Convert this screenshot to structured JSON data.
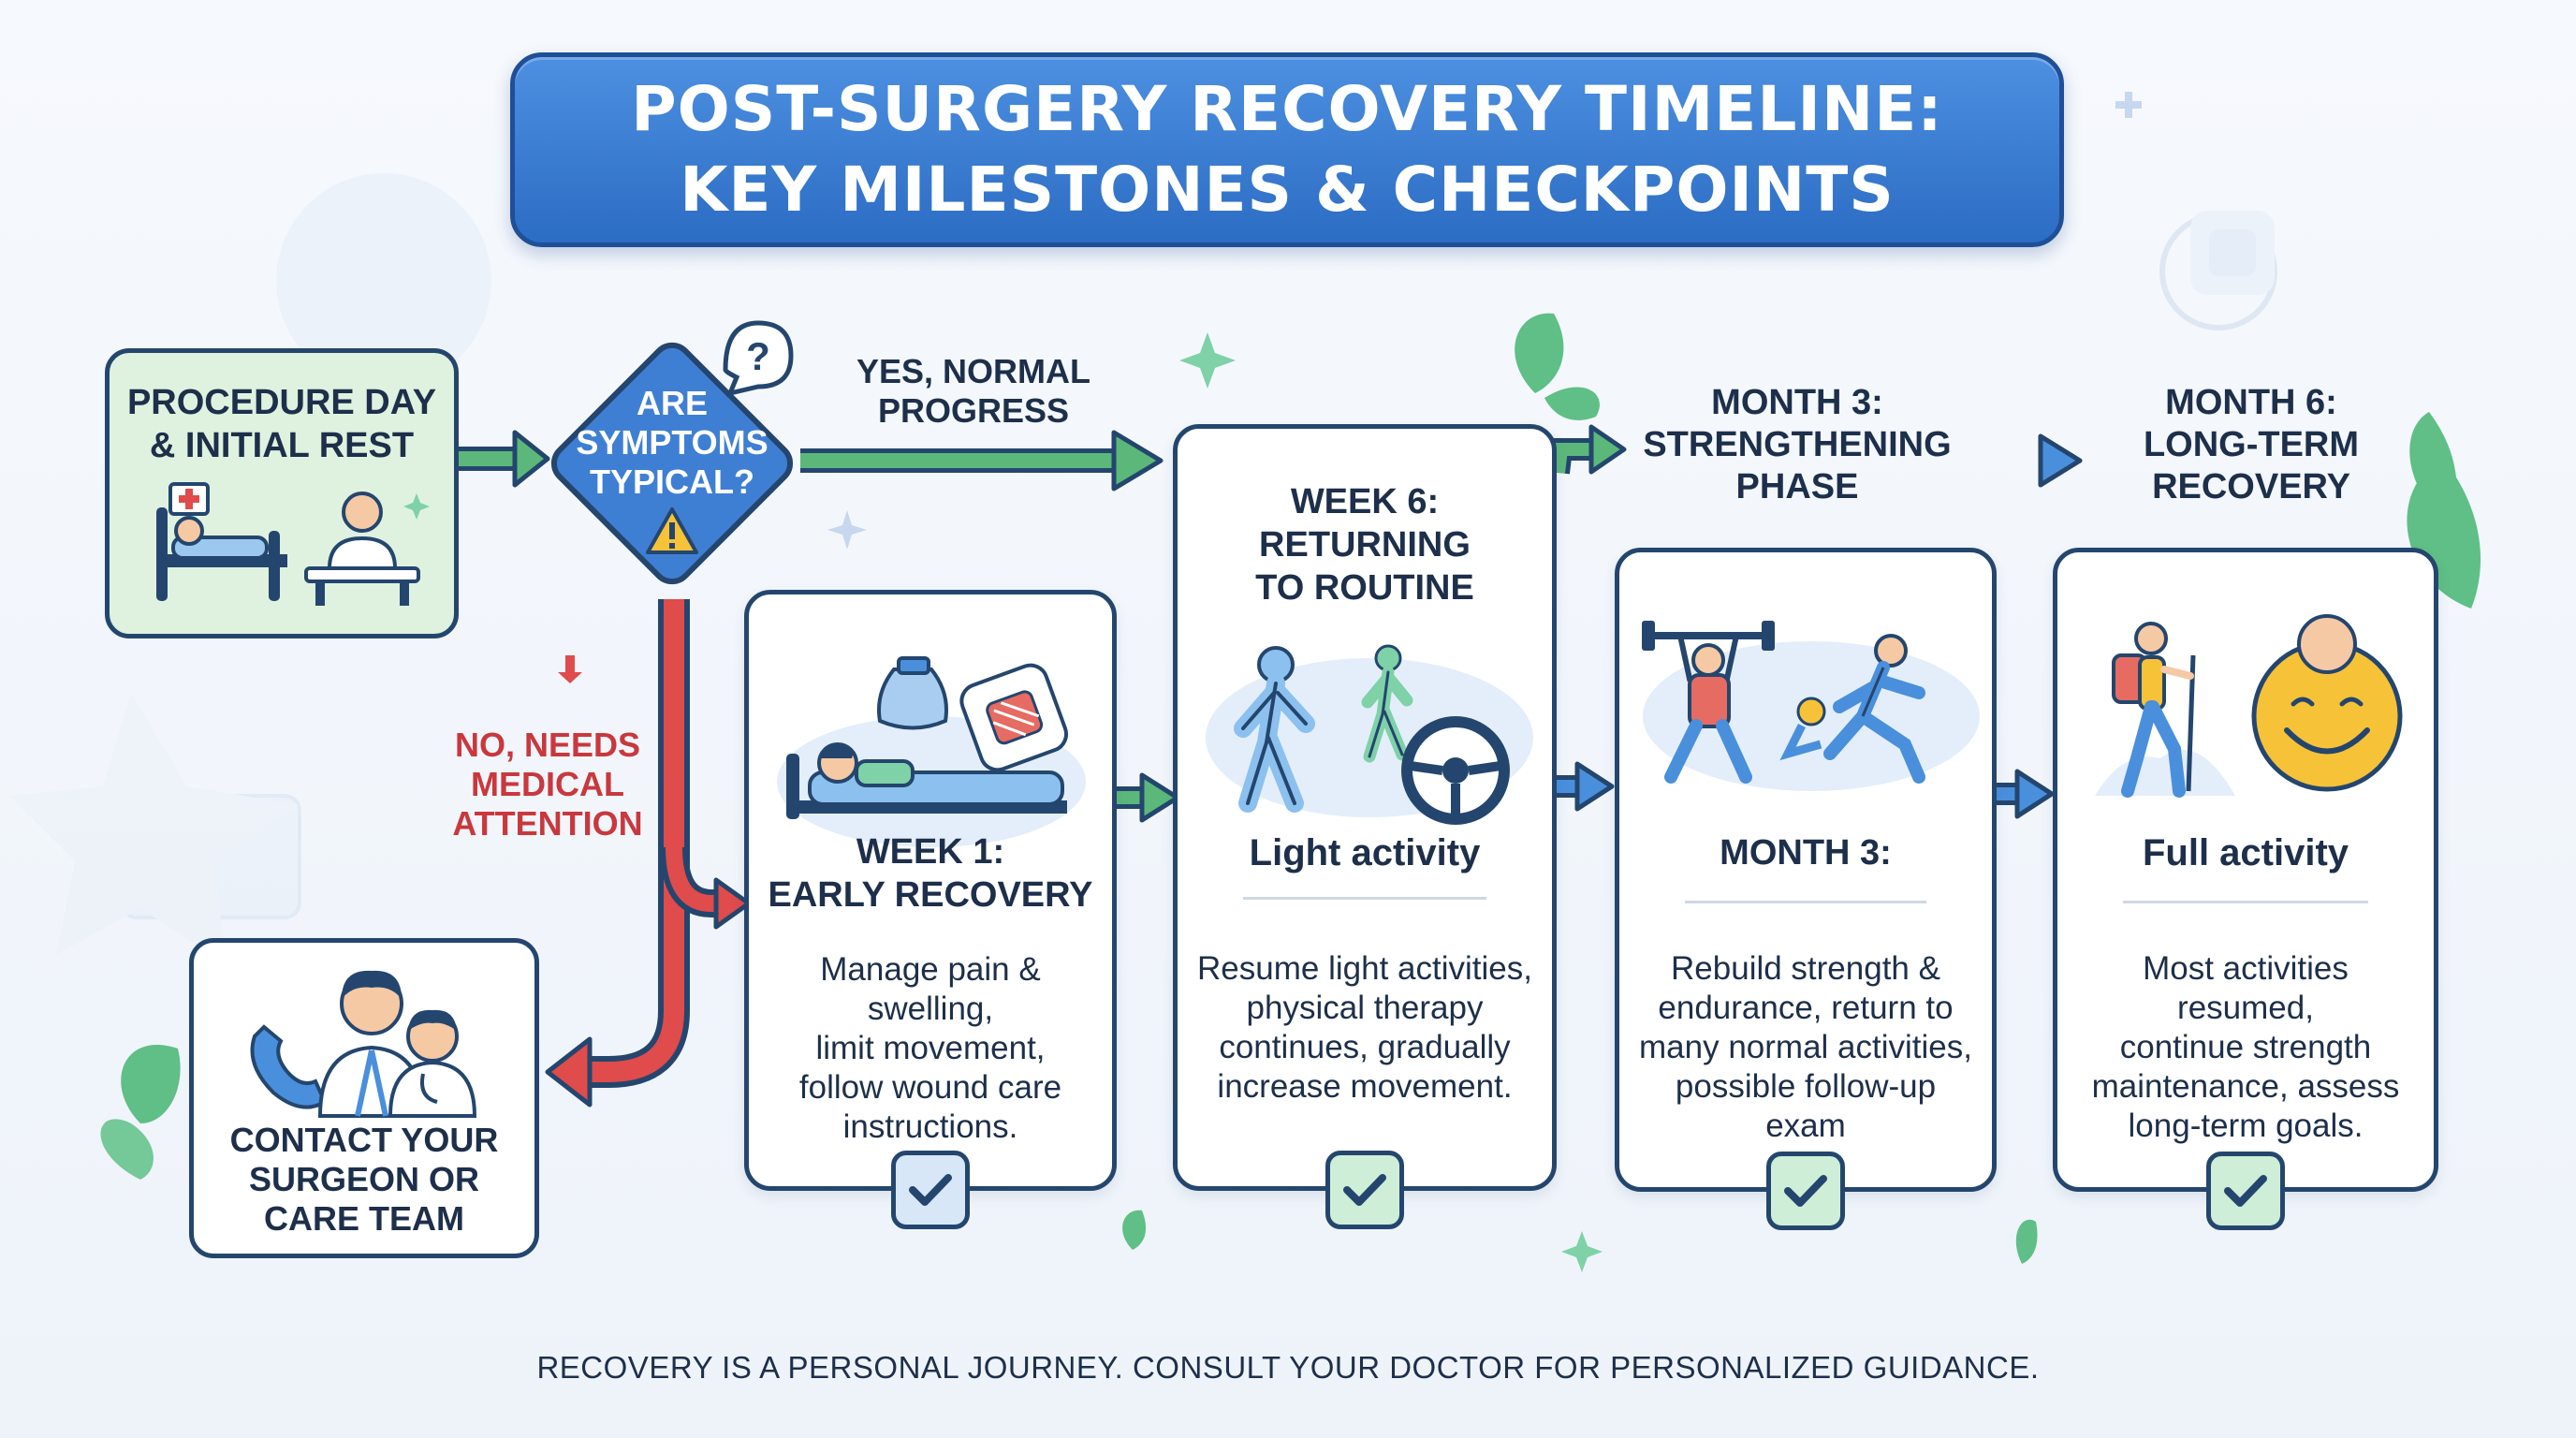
{
  "title": {
    "line1": "POST-SURGERY RECOVERY TIMELINE:",
    "line2": "KEY MILESTONES & CHECKPOINTS"
  },
  "start": {
    "line1": "PROCEDURE DAY",
    "line2": "& INITIAL REST"
  },
  "decision": {
    "line1": "ARE",
    "line2": "SYMPTOMS",
    "line3": "TYPICAL?"
  },
  "yes_label": {
    "line1": "YES, NORMAL",
    "line2": "PROGRESS"
  },
  "no_label": {
    "line1": "NO, NEEDS",
    "line2": "MEDICAL",
    "line3": "ATTENTION"
  },
  "contact": {
    "line1": "CONTACT YOUR",
    "line2": "SURGEON OR",
    "line3": "CARE TEAM"
  },
  "stages": [
    {
      "heading_line1": "WEEK 1:",
      "heading_line2": "EARLY RECOVERY",
      "desc_line1": "Manage pain & swelling,",
      "desc_line2": "limit movement,",
      "desc_line3": "follow wound care",
      "desc_line4": "instructions."
    },
    {
      "header_line1": "WEEK 6:",
      "header_line2": "RETURNING",
      "header_line3": "TO ROUTINE",
      "heading": "Light activity",
      "desc_line1": "Resume light activities,",
      "desc_line2": "physical therapy",
      "desc_line3": "continues, gradually",
      "desc_line4": "increase movement."
    },
    {
      "header_line1": "MONTH 3:",
      "header_line2": "STRENGTHENING",
      "header_line3": "PHASE",
      "heading": "MONTH 3:",
      "desc_line1": "Rebuild strength &",
      "desc_line2": "endurance, return to",
      "desc_line3": "many normal activities,",
      "desc_line4": "possible follow-up exam"
    },
    {
      "header_line1": "MONTH 6:",
      "header_line2": "LONG-TERM",
      "header_line3": "RECOVERY",
      "heading": "Full activity",
      "desc_line1": "Most activities resumed,",
      "desc_line2": "continue strength",
      "desc_line3": "maintenance, assess",
      "desc_line4": "long-term goals."
    }
  ],
  "footer": "RECOVERY IS A PERSONAL JOURNEY. CONSULT YOUR DOCTOR FOR PERSONALIZED GUIDANCE.",
  "colors": {
    "title_blue": "#2f73c9",
    "outline_navy": "#24466e",
    "green_arrow": "#5cb87a",
    "red_path": "#e04b4b",
    "blue_arrow": "#4a8fdc",
    "start_fill": "#dff2df",
    "decision_fill": "#3f7fd3",
    "check_green": "#cfeed8",
    "check_blue": "#d8e7f8"
  },
  "icons": {
    "start": [
      "hospital-bed-icon",
      "doctor-icon"
    ],
    "decision": [
      "question-bubble-icon",
      "warning-icon"
    ],
    "contact": [
      "phone-icon",
      "care-team-icon"
    ],
    "week1": [
      "ice-pack-icon",
      "bandage-icon",
      "resting-patient-icon"
    ],
    "week6": [
      "walking-person-icon",
      "steering-wheel-icon"
    ],
    "month3": [
      "weightlifter-icon",
      "runner-icon"
    ],
    "month6": [
      "hiker-icon",
      "smiley-icon"
    ]
  }
}
